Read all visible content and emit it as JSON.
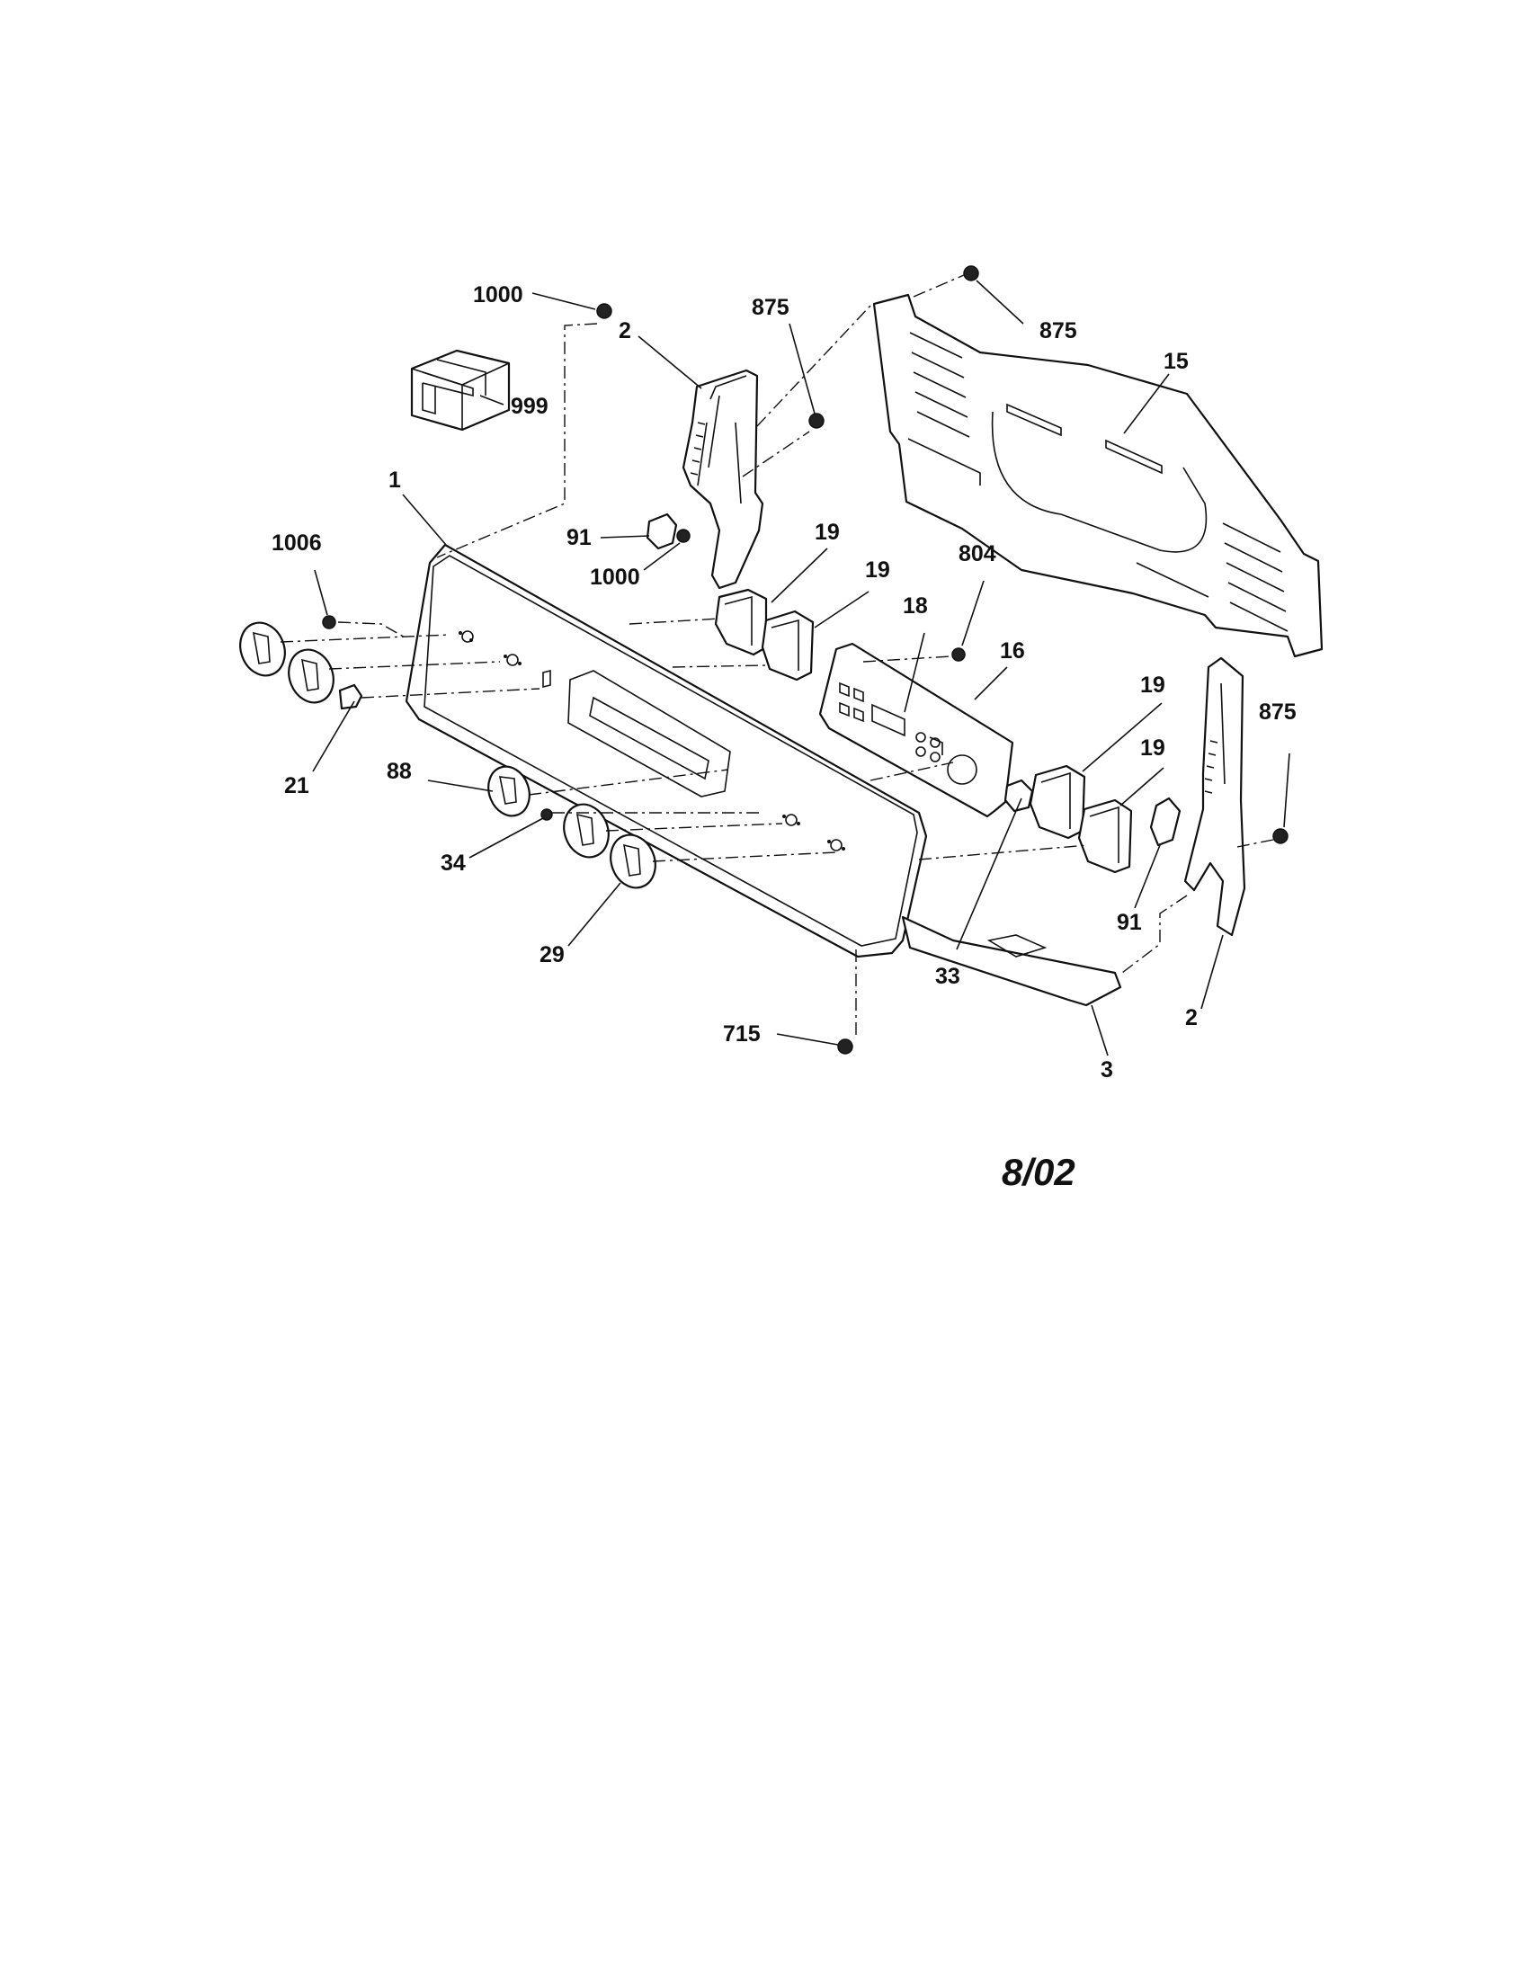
{
  "diagram": {
    "callouts": [
      {
        "id": "c-1000-top",
        "text": "1000"
      },
      {
        "id": "c-999",
        "text": "999"
      },
      {
        "id": "c-2-top",
        "text": "2"
      },
      {
        "id": "c-875-top",
        "text": "875"
      },
      {
        "id": "c-875-upper",
        "text": "875"
      },
      {
        "id": "c-15",
        "text": "15"
      },
      {
        "id": "c-1",
        "text": "1"
      },
      {
        "id": "c-1006",
        "text": "1006"
      },
      {
        "id": "c-91-left",
        "text": "91"
      },
      {
        "id": "c-1000-mid",
        "text": "1000"
      },
      {
        "id": "c-19-a",
        "text": "19"
      },
      {
        "id": "c-19-b",
        "text": "19"
      },
      {
        "id": "c-804",
        "text": "804"
      },
      {
        "id": "c-18",
        "text": "18"
      },
      {
        "id": "c-16",
        "text": "16"
      },
      {
        "id": "c-19-c",
        "text": "19"
      },
      {
        "id": "c-19-d",
        "text": "19"
      },
      {
        "id": "c-875-right",
        "text": "875"
      },
      {
        "id": "c-21",
        "text": "21"
      },
      {
        "id": "c-88",
        "text": "88"
      },
      {
        "id": "c-34",
        "text": "34"
      },
      {
        "id": "c-29",
        "text": "29"
      },
      {
        "id": "c-91-right",
        "text": "91"
      },
      {
        "id": "c-33",
        "text": "33"
      },
      {
        "id": "c-2-bottom",
        "text": "2"
      },
      {
        "id": "c-715",
        "text": "715"
      },
      {
        "id": "c-3",
        "text": "3"
      }
    ],
    "date_code": "8/02"
  }
}
